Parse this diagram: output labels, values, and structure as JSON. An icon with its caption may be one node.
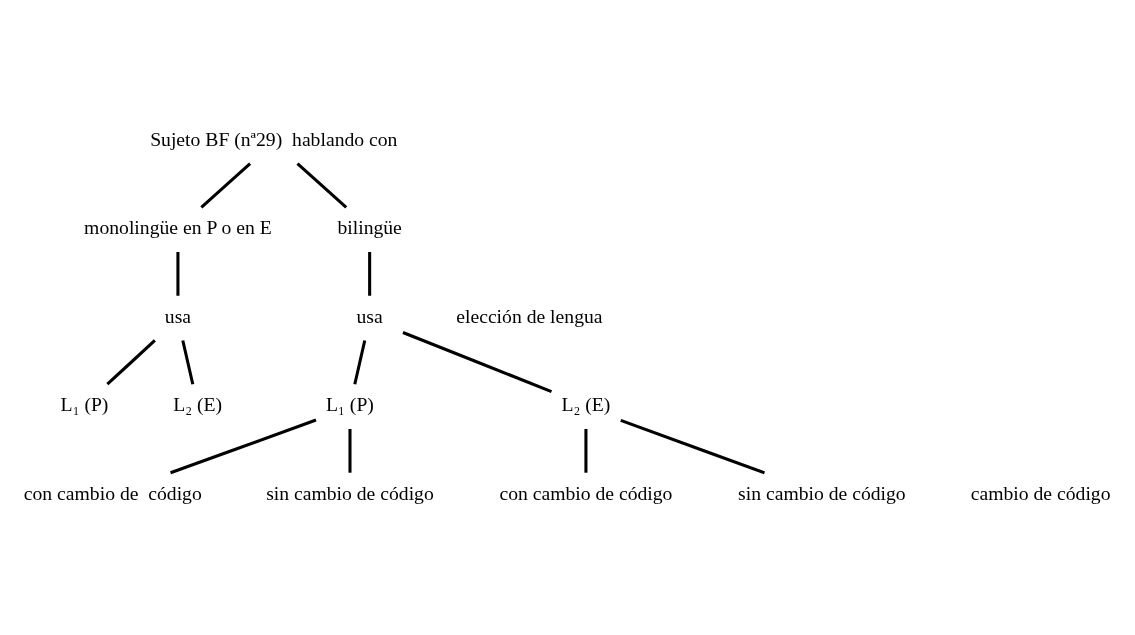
{
  "diagram": {
    "nodes": [
      {
        "text": [
          "Sujeto BF (nª29)  hablando con"
        ]
      },
      {
        "text": [
          "monolingüe en P o en E"
        ]
      },
      {
        "text": [
          "bilingüe"
        ]
      },
      {
        "text": [
          "usa"
        ]
      },
      {
        "text": [
          "usa"
        ]
      },
      {
        "text": [
          "L₁ (P)"
        ]
      },
      {
        "text": [
          "L₂ (E)"
        ]
      },
      {
        "text": [
          "L₁ (P)"
        ]
      },
      {
        "text": [
          "L₂ (E)"
        ]
      },
      {
        "text": [
          "con cambio de  código"
        ]
      },
      {
        "text": [
          "sin cambio de código"
        ]
      },
      {
        "text": [
          "con cambio de código"
        ]
      },
      {
        "text": [
          "sin cambio de código"
        ]
      }
    ],
    "edges": [
      {
        "from": 0,
        "to": 1,
        "arrow": "none"
      },
      {
        "from": 0,
        "to": 2,
        "arrow": "none"
      },
      {
        "from": 1,
        "to": 3,
        "arrow": "none"
      },
      {
        "from": 2,
        "to": 4,
        "arrow": "none"
      },
      {
        "from": 3,
        "to": 5,
        "arrow": "none"
      },
      {
        "from": 3,
        "to": 6,
        "arrow": "none"
      },
      {
        "from": 4,
        "to": 7,
        "arrow": "none"
      },
      {
        "from": 4,
        "to": 8,
        "arrow": "none"
      },
      {
        "from": 7,
        "to": 9,
        "arrow": "none"
      },
      {
        "from": 7,
        "to": 10,
        "arrow": "none"
      },
      {
        "from": 8,
        "to": 11,
        "arrow": "none"
      },
      {
        "from": 8,
        "to": 12,
        "arrow": "none"
      }
    ],
    "labels": [
      "elección de lengua",
      "cambio de código"
    ]
  }
}
